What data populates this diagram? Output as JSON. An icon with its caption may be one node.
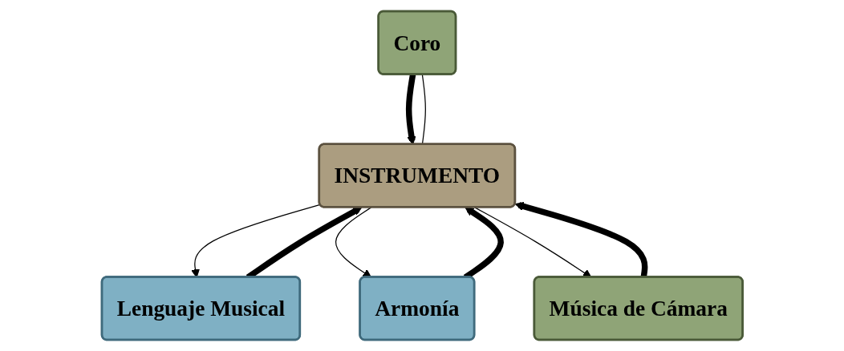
{
  "diagram": {
    "nodes": [
      {
        "text": [
          "Coro"
        ]
      },
      {
        "text": [
          "Lenguaje Musical"
        ]
      },
      {
        "text": [
          "INSTRUMENTO"
        ]
      },
      {
        "text": [
          "Armonía"
        ]
      },
      {
        "text": [
          "Música de Cámara"
        ]
      }
    ],
    "edges": [
      {
        "from": 2,
        "to": 0,
        "arrow": "none"
      },
      {
        "from": 2,
        "to": 1,
        "arrow": "to"
      },
      {
        "from": 2,
        "to": 3,
        "arrow": "to"
      },
      {
        "from": 2,
        "to": 4,
        "arrow": "to"
      },
      {
        "from": 0,
        "to": 2,
        "arrow": "to",
        "style": "thick"
      },
      {
        "from": 1,
        "to": 2,
        "arrow": "to",
        "style": "thick"
      },
      {
        "from": 3,
        "to": 2,
        "arrow": "to",
        "style": "thick"
      },
      {
        "from": 4,
        "to": 2,
        "arrow": "to",
        "style": "thick"
      }
    ]
  }
}
